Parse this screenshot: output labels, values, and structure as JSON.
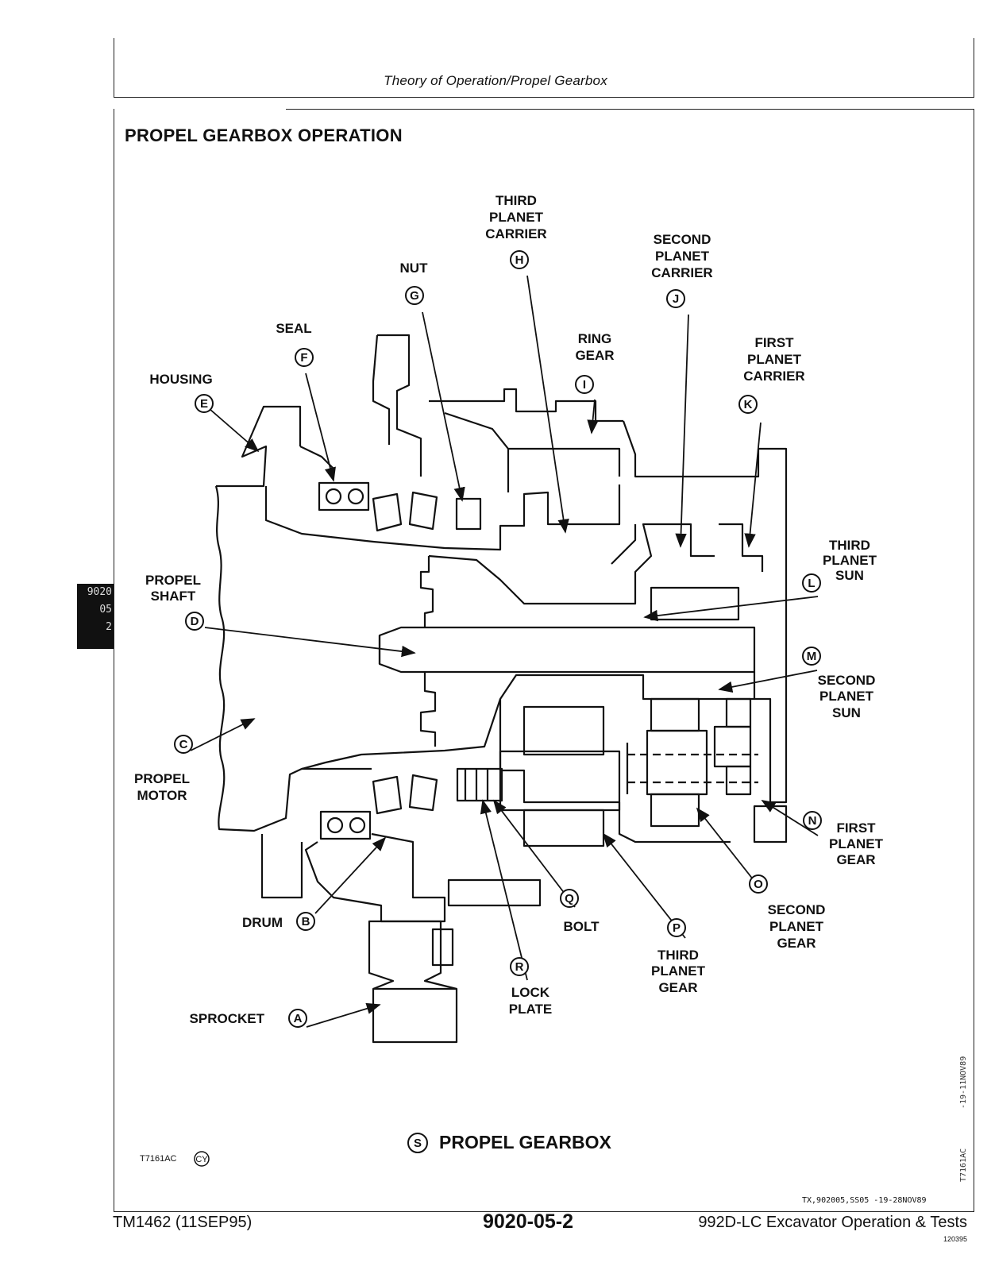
{
  "header": {
    "running_head": "Theory of Operation/Propel Gearbox"
  },
  "section_title": "PROPEL GEARBOX OPERATION",
  "side_tab": [
    "9020",
    "05",
    "2"
  ],
  "diagram": {
    "callouts": [
      {
        "letter": "A",
        "label": [
          "SPROCKET"
        ]
      },
      {
        "letter": "B",
        "label": [
          "DRUM"
        ]
      },
      {
        "letter": "C",
        "label": [
          "PROPEL",
          "MOTOR"
        ]
      },
      {
        "letter": "D",
        "label": [
          "PROPEL",
          "SHAFT"
        ]
      },
      {
        "letter": "E",
        "label": [
          "HOUSING"
        ]
      },
      {
        "letter": "F",
        "label": [
          "SEAL"
        ]
      },
      {
        "letter": "G",
        "label": [
          "NUT"
        ]
      },
      {
        "letter": "H",
        "label": [
          "THIRD",
          "PLANET",
          "CARRIER"
        ]
      },
      {
        "letter": "I",
        "label": [
          "RING",
          "GEAR"
        ]
      },
      {
        "letter": "J",
        "label": [
          "SECOND",
          "PLANET",
          "CARRIER"
        ]
      },
      {
        "letter": "K",
        "label": [
          "FIRST",
          "PLANET",
          "CARRIER"
        ]
      },
      {
        "letter": "L",
        "label": [
          "THIRD",
          "PLANET",
          "SUN"
        ]
      },
      {
        "letter": "M",
        "label": [
          "SECOND",
          "PLANET",
          "SUN"
        ]
      },
      {
        "letter": "N",
        "label": [
          "FIRST",
          "PLANET",
          "GEAR"
        ]
      },
      {
        "letter": "O",
        "label": [
          "SECOND",
          "PLANET",
          "GEAR"
        ]
      },
      {
        "letter": "P",
        "label": [
          "THIRD",
          "PLANET",
          "GEAR"
        ]
      },
      {
        "letter": "Q",
        "label": [
          "BOLT"
        ]
      },
      {
        "letter": "R",
        "label": [
          "LOCK",
          "PLATE"
        ]
      }
    ],
    "caption_letter": "S",
    "caption": "PROPEL GEARBOX",
    "figure_id": "T7161AC",
    "figure_mark": "CY",
    "vertical_code_1": "-19-11NOV89",
    "vertical_code_2": "T7161AC",
    "ref_code": "TX,902005,SS05 -19-28NOV89"
  },
  "footer": {
    "left": "TM1462 (11SEP95)",
    "center": "9020-05-2",
    "right": "992D-LC Excavator Operation & Tests",
    "code": "120395"
  }
}
